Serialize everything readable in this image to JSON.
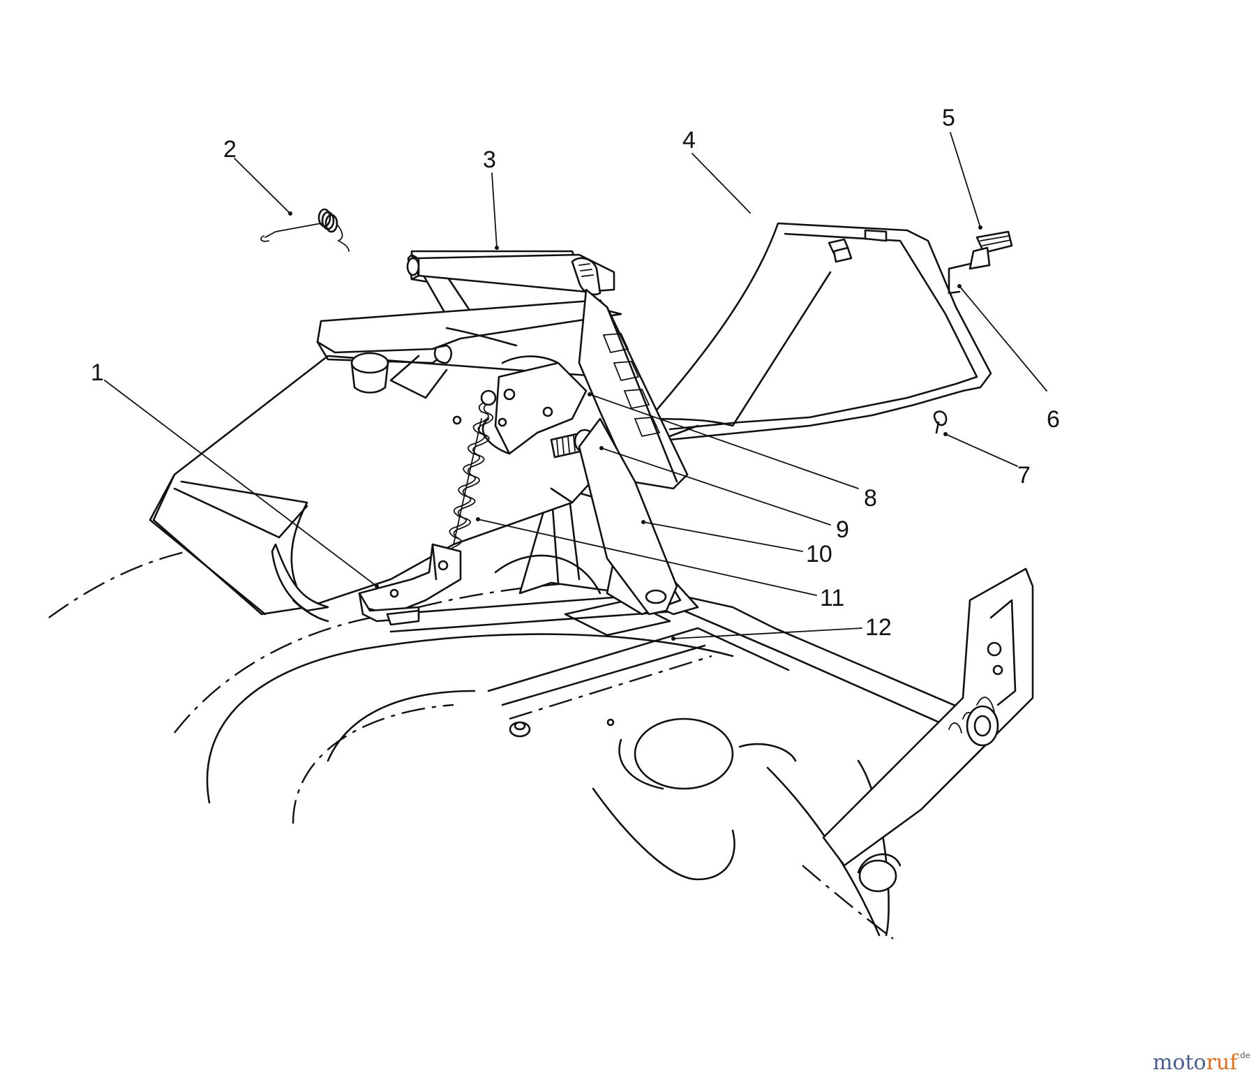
{
  "callouts": [
    {
      "id": "1",
      "label": "1"
    },
    {
      "id": "2",
      "label": "2"
    },
    {
      "id": "3",
      "label": "3"
    },
    {
      "id": "4",
      "label": "4"
    },
    {
      "id": "5",
      "label": "5"
    },
    {
      "id": "6",
      "label": "6"
    },
    {
      "id": "7",
      "label": "7"
    },
    {
      "id": "8",
      "label": "8"
    },
    {
      "id": "9",
      "label": "9"
    },
    {
      "id": "10",
      "label": "10"
    },
    {
      "id": "11",
      "label": "11"
    },
    {
      "id": "12",
      "label": "12"
    }
  ],
  "watermark": {
    "part1": "moto",
    "part2": "ruf",
    "suffix": ".de"
  },
  "colors": {
    "line": "#111111",
    "background": "#ffffff",
    "watermark_blue": "#4a5c8a",
    "watermark_orange": "#d9701f"
  }
}
